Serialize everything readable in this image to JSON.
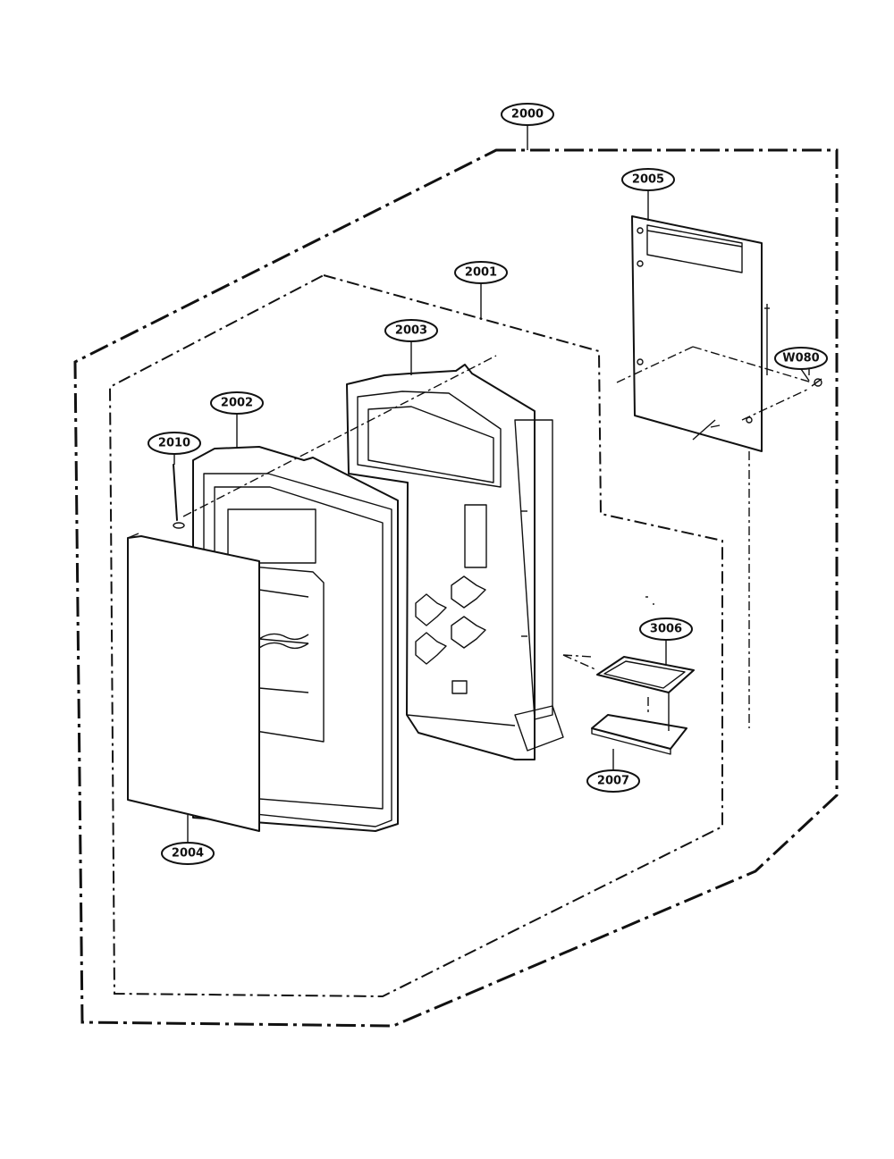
{
  "diagram": {
    "labels": {
      "assembly": "2000",
      "control_panel_frame": "2001",
      "door_frame": "2002",
      "bracket": "2003",
      "front_cover": "2004",
      "pcb_board": "2005",
      "part_3006": "3006",
      "part_2007": "2007",
      "screw_2010": "2010",
      "screw_w080": "W080"
    }
  }
}
